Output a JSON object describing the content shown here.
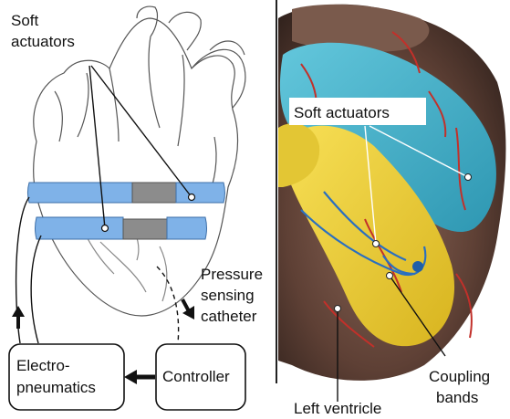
{
  "left_diagram": {
    "soft_actuators_label": [
      "Soft",
      "actuators"
    ],
    "pressure_label": [
      "Pressure",
      "sensing",
      "catheter"
    ],
    "electro_box": [
      "Electro-",
      "pneumatics"
    ],
    "controller_box": "Controller"
  },
  "right_photo": {
    "soft_actuators_label": "Soft actuators",
    "coupling_label": [
      "Coupling",
      "bands"
    ],
    "left_ventricle_label": "Left ventricle"
  },
  "colors": {
    "actuator_blue": "#7fb2e8",
    "actuator_gray": "#8c8c8c",
    "photo_cyan": "#4ab7cf",
    "photo_yellow": "#efd23a",
    "tissue_brown": "#6b4a3c"
  }
}
